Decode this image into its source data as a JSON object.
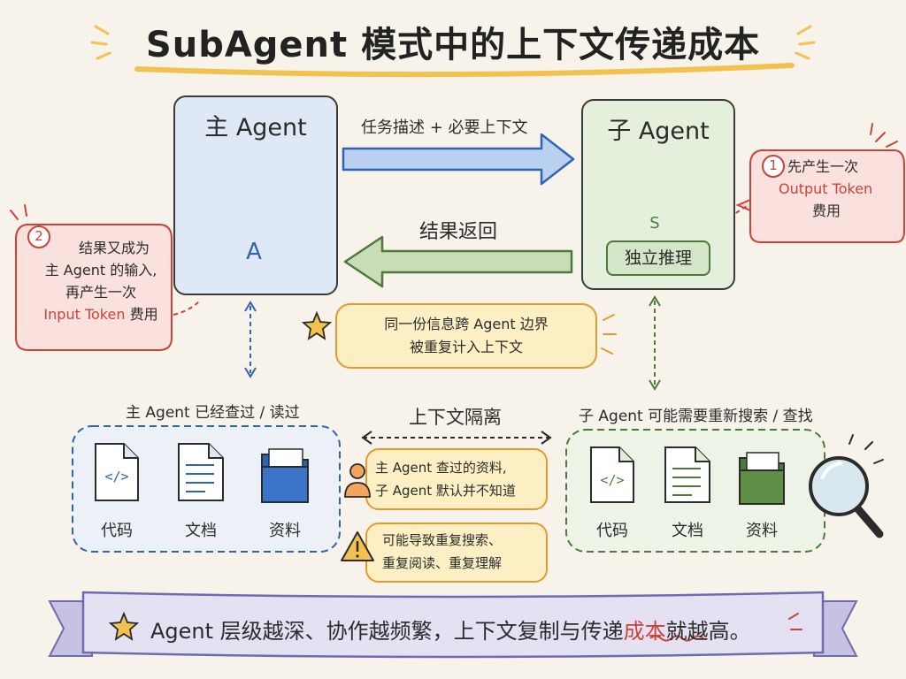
{
  "title": "SubAgent 模式中的上下文传递成本",
  "main_agent": {
    "label": "主 Agent",
    "badge": "A"
  },
  "sub_agent": {
    "label": "子 Agent",
    "badge": "S",
    "reasoning": "独立推理"
  },
  "arrow_forward_label": "任务描述 + 必要上下文",
  "arrow_back_label": "结果返回",
  "note_output": {
    "number": "1",
    "lines": [
      "先产生一次",
      "Output Token",
      "费用"
    ]
  },
  "note_input": {
    "number": "2",
    "lines": [
      "结果又成为",
      "主 Agent 的输入,",
      "再产生一次"
    ],
    "highlight": "Input Token",
    "suffix": "费用"
  },
  "center_note": {
    "lines": [
      "同一份信息跨 Agent 边界",
      "被重复计入上下文"
    ]
  },
  "main_store": {
    "caption": "主 Agent 已经查过 / 读过",
    "items": [
      {
        "label": "代码",
        "icon": "code-file-icon"
      },
      {
        "label": "文档",
        "icon": "document-icon"
      },
      {
        "label": "资料",
        "icon": "folder-icon"
      }
    ]
  },
  "sub_store": {
    "caption": "子 Agent 可能需要重新搜索 / 查找",
    "items": [
      {
        "label": "代码",
        "icon": "code-file-icon"
      },
      {
        "label": "文档",
        "icon": "document-icon"
      },
      {
        "label": "资料",
        "icon": "folder-icon"
      }
    ]
  },
  "isolation_label": "上下文隔离",
  "isolation_note_person": {
    "lines": [
      "主 Agent 查过的资料,",
      "子 Agent 默认并不知道"
    ]
  },
  "isolation_note_warning": {
    "lines": [
      "可能导致重复搜索、",
      "重复阅读、重复理解"
    ]
  },
  "banner": {
    "text_before": "Agent 层级越深、协作越频繁，上下文复制与传递",
    "text_highlight": "成本",
    "text_after": "就越高。"
  },
  "colors": {
    "blue": "#2f63b6",
    "green": "#4d7a3a",
    "red": "#c9433b",
    "orange": "#e59a2f",
    "yellow_fill": "#fdefc4",
    "purple": "#6e6bb0"
  }
}
